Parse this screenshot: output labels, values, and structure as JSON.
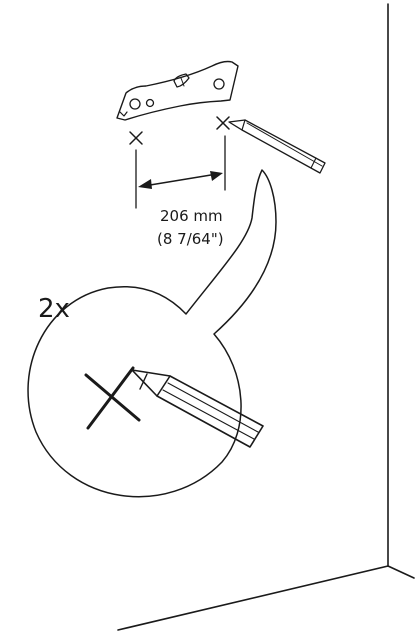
{
  "instruction": {
    "distance_metric": "206 mm",
    "distance_imperial": "(8 7/64\")",
    "repeat_count": "2x"
  },
  "icons": {
    "level": "spirit-level-icon",
    "pencil": "pencil-icon",
    "mark": "cross-mark-icon"
  },
  "colors": {
    "line": "#1a1a1a",
    "background": "#ffffff"
  }
}
